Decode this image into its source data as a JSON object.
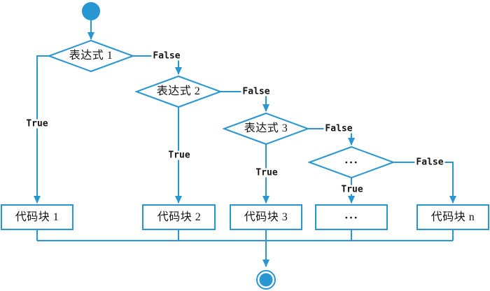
{
  "colors": {
    "line": "#2996d4",
    "text": "#141414",
    "node_fill": "#ffffff"
  },
  "flowchart": {
    "decisions": [
      {
        "label": "表达式 1"
      },
      {
        "label": "表达式 2"
      },
      {
        "label": "表达式 3"
      },
      {
        "label": "···"
      }
    ],
    "blocks": [
      {
        "label": "代码块 1"
      },
      {
        "label": "代码块 2"
      },
      {
        "label": "代码块 3"
      },
      {
        "label": "···"
      },
      {
        "label": "代码块 n"
      }
    ],
    "edge_labels": {
      "true_label": "True",
      "false_label": "False"
    },
    "nodes": {
      "start": "start",
      "end": "end"
    }
  }
}
